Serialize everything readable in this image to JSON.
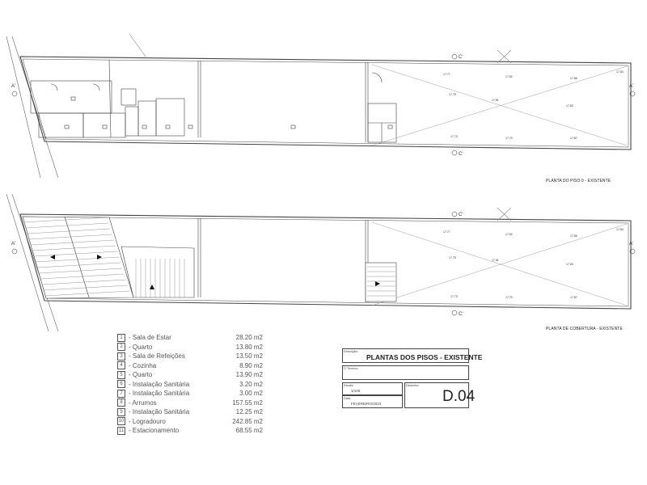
{
  "plans": [
    {
      "title": "PLANTA DO PISO 0 - EXISTENTE"
    },
    {
      "title": "PLANTA DE COBERTURA - EXISTENTE"
    }
  ],
  "section_marks": {
    "c": "C'",
    "a": "A'"
  },
  "levels": {
    "top": [
      "17.77",
      "17.82",
      "17.86",
      "17.84"
    ],
    "mid": [
      "17.75",
      "17.81",
      "17.83"
    ],
    "bottom": [
      "17.73",
      "17.79",
      "17.87"
    ]
  },
  "legend": [
    {
      "num": "1",
      "name": "- Sala de Estar",
      "area": "28.20 m2"
    },
    {
      "num": "2",
      "name": "- Quarto",
      "area": "13.80 m2"
    },
    {
      "num": "3",
      "name": "- Sala de Refeições",
      "area": "13.50 m2"
    },
    {
      "num": "4",
      "name": "- Cozinha",
      "area": "8.90 m2"
    },
    {
      "num": "5",
      "name": "- Quarto",
      "area": "13.90 m2"
    },
    {
      "num": "6",
      "name": "- Instalação Sanitária",
      "area": "3.20 m2"
    },
    {
      "num": "7",
      "name": "- Instalação Sanitária",
      "area": "3.00 m2"
    },
    {
      "num": "8",
      "name": "- Arrumos",
      "area": "157.55 m2"
    },
    {
      "num": "9",
      "name": "- Instalação Sanitária",
      "area": "12.25 m2"
    },
    {
      "num": "10",
      "name": "- Logradouro",
      "area": "242.85 m2"
    },
    {
      "num": "11",
      "name": "- Estacionamento",
      "area": "68.55 m2"
    }
  ],
  "title_block": {
    "description_label": "Descrição:",
    "description": "PLANTAS DOS PISOS - EXISTENTE",
    "technician_label": "O Técnico:",
    "scale_label": "Escala:",
    "scale": "1/100",
    "date_label": "Data:",
    "date": "FEVEREIRO/2023",
    "drawing_label": "Desenho:",
    "drawing_number": "D.04"
  },
  "colors": {
    "line": "#444444",
    "dim": "#888888"
  }
}
